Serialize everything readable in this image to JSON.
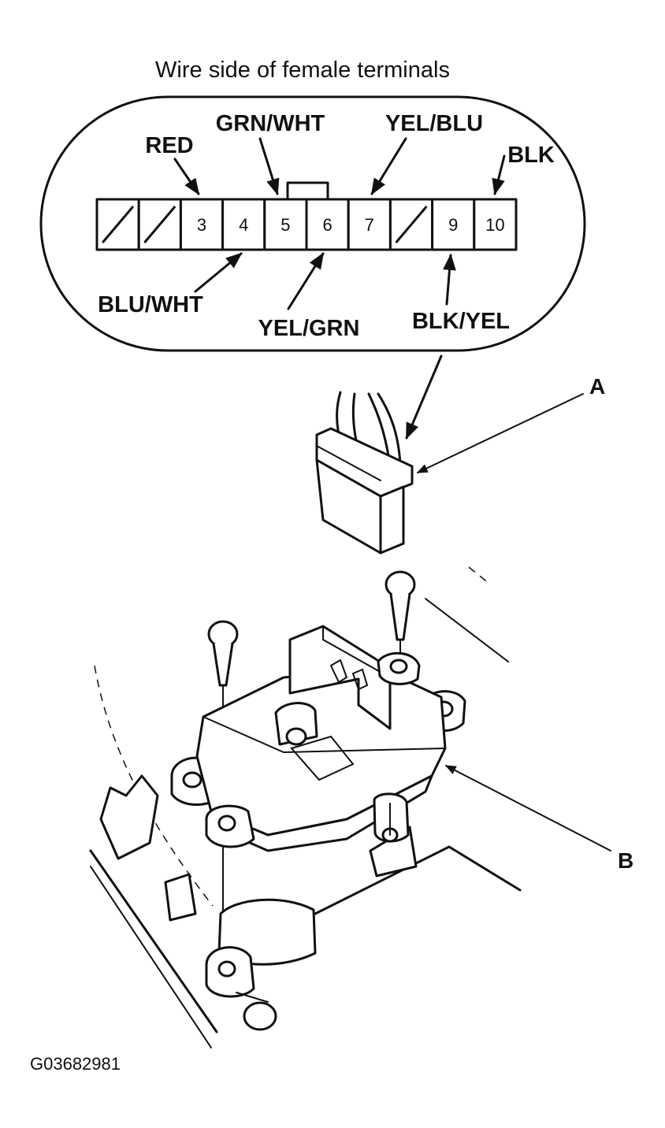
{
  "connector_view": {
    "title": "Wire side of female terminals",
    "pins": [
      {
        "label": "",
        "blocked": true
      },
      {
        "label": "",
        "blocked": true
      },
      {
        "label": "3",
        "blocked": false
      },
      {
        "label": "4",
        "blocked": false
      },
      {
        "label": "5",
        "blocked": false
      },
      {
        "label": "6",
        "blocked": false
      },
      {
        "label": "7",
        "blocked": false
      },
      {
        "label": "",
        "blocked": true
      },
      {
        "label": "9",
        "blocked": false
      },
      {
        "label": "10",
        "blocked": false
      }
    ],
    "wires_top": [
      {
        "label": "RED",
        "pin": "3"
      },
      {
        "label": "GRN/WHT",
        "pin": "5"
      },
      {
        "label": "YEL/BLU",
        "pin": "7"
      },
      {
        "label": "BLK",
        "pin": "10"
      }
    ],
    "wires_bottom": [
      {
        "label": "BLU/WHT",
        "pin": "4"
      },
      {
        "label": "YEL/GRN",
        "pin": "6"
      },
      {
        "label": "BLK/YEL",
        "pin": "9"
      }
    ]
  },
  "callouts": {
    "a": "A",
    "b": "B"
  },
  "figure_id": "G03682981",
  "colors": {
    "line": "#111111",
    "background": "#ffffff"
  }
}
